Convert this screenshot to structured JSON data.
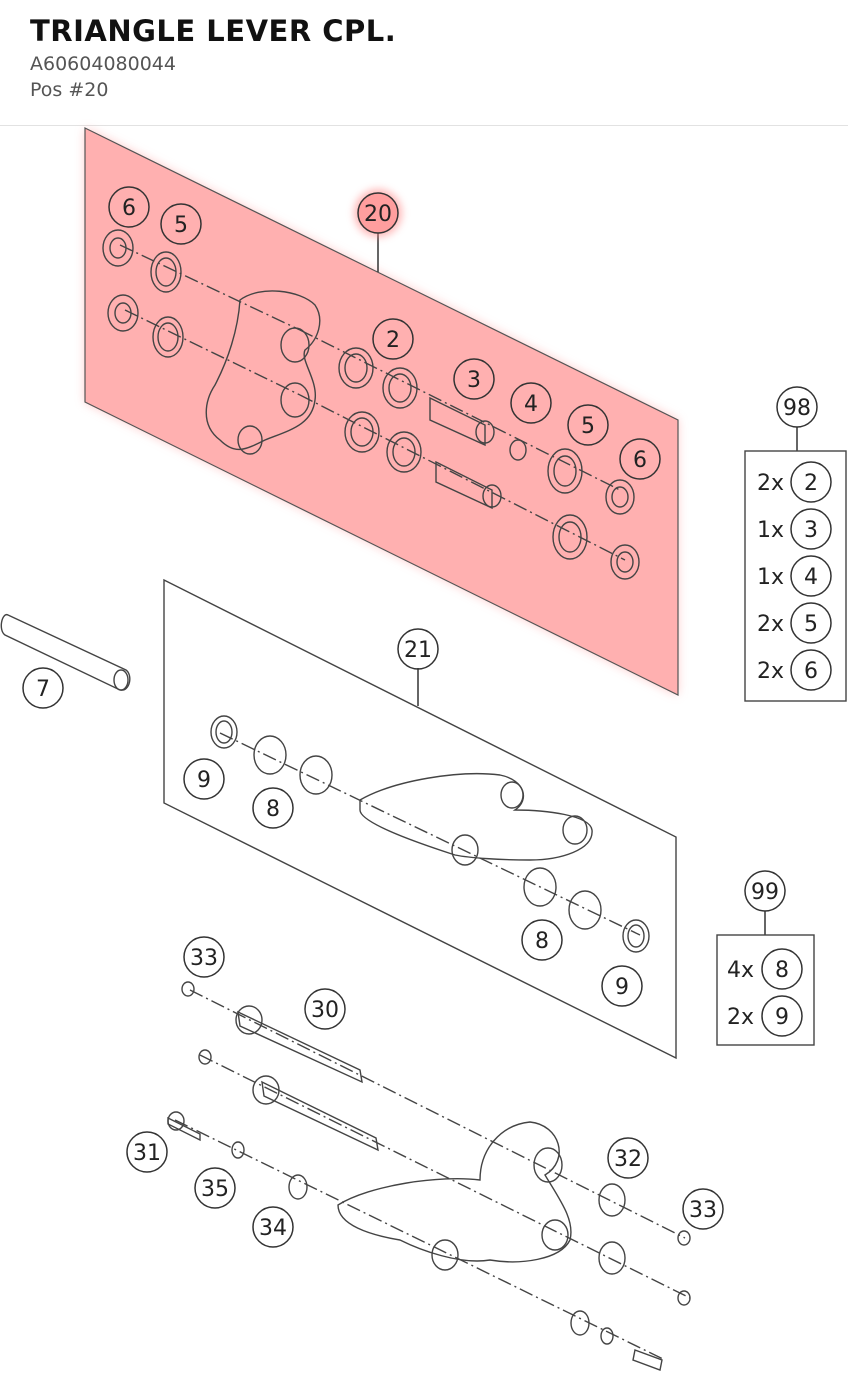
{
  "header": {
    "title": "TRIANGLE LEVER CPL.",
    "part_number": "A60604080044",
    "position": "Pos #20"
  },
  "highlight_color": "#ff9e9e",
  "callouts": {
    "c20": "20",
    "c6a": "6",
    "c5a": "5",
    "c2": "2",
    "c3": "3",
    "c4": "4",
    "c5b": "5",
    "c6b": "6",
    "c7": "7",
    "c21": "21",
    "c9a": "9",
    "c8a": "8",
    "c8b": "8",
    "c9b": "9",
    "c33a": "33",
    "c30": "30",
    "c31": "31",
    "c35": "35",
    "c34": "34",
    "c32": "32",
    "c33b": "33",
    "c98": "98",
    "c99": "99"
  },
  "kit98": {
    "rows": [
      {
        "qty": "2x",
        "part": "2"
      },
      {
        "qty": "1x",
        "part": "3"
      },
      {
        "qty": "1x",
        "part": "4"
      },
      {
        "qty": "2x",
        "part": "5"
      },
      {
        "qty": "2x",
        "part": "6"
      }
    ]
  },
  "kit99": {
    "rows": [
      {
        "qty": "4x",
        "part": "8"
      },
      {
        "qty": "2x",
        "part": "9"
      }
    ]
  }
}
